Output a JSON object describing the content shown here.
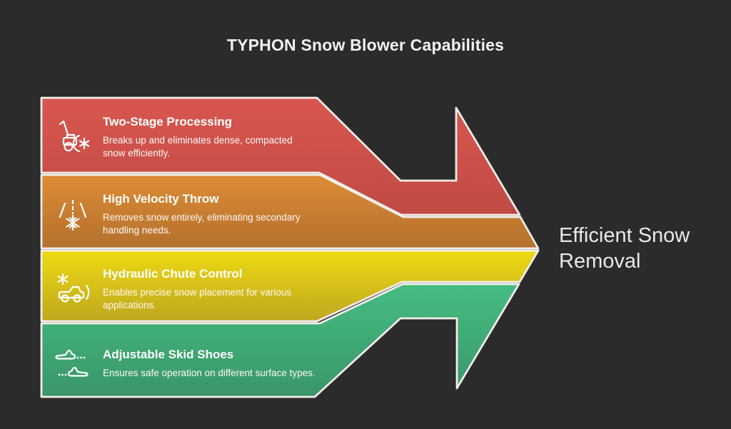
{
  "page": {
    "title": "TYPHON Snow Blower Capabilities",
    "background": "#2b2b2b",
    "border_color": "#f3efec",
    "title_color": "#f2f2f2"
  },
  "bands": [
    {
      "title": "Two-Stage Processing",
      "description": "Breaks up and eliminates dense, compacted snow efficiently.",
      "icon": "snow-blower-icon",
      "color_top": "#d8574f",
      "color_bottom": "#c04a44"
    },
    {
      "title": "High Velocity Throw",
      "description": "Removes snow entirely, eliminating secondary handling needs.",
      "icon": "snow-throw-icon",
      "color_top": "#dd8c35",
      "color_bottom": "#b4702e"
    },
    {
      "title": "Hydraulic Chute Control",
      "description": "Enables precise snow placement for various applications.",
      "icon": "plow-truck-icon",
      "color_top": "#eeda13",
      "color_bottom": "#bfa71f"
    },
    {
      "title": "Adjustable Skid Shoes",
      "description": "Ensures safe operation on different surface types.",
      "icon": "skid-shoes-icon",
      "color_top": "#45bd81",
      "color_bottom": "#3a9669"
    }
  ],
  "result": {
    "label": "Efficient Snow Removal"
  }
}
